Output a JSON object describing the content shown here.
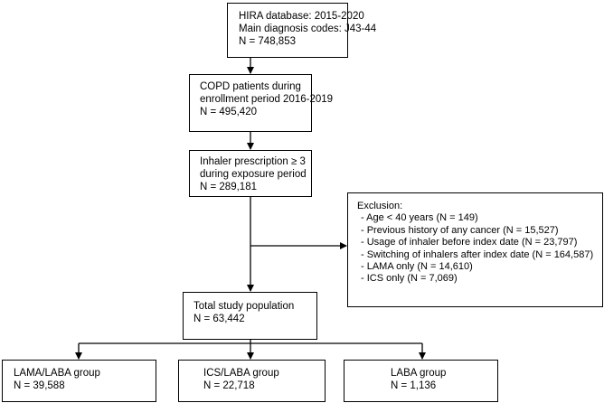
{
  "boxes": {
    "hira": {
      "line1": "HIRA database: 2015-2020",
      "line2": "Main diagnosis codes: J43-44",
      "line3": "N = 748,853"
    },
    "copd": {
      "line1": "COPD patients during",
      "line2": "enrollment period 2016-2019",
      "line3": "N = 495,420"
    },
    "inhaler": {
      "line1": "Inhaler prescription ≥ 3",
      "line2": "during exposure period",
      "line3": "N = 289,181"
    },
    "exclusion": {
      "title": "Exclusion:",
      "items": [
        "- Age < 40 years (N = 149)",
        "- Previous history of any cancer (N = 15,527)",
        "- Usage of  inhaler before index date (N = 23,797)",
        "- Switching of inhalers after index date (N = 164,587)",
        "- LAMA only (N = 14,610)",
        "- ICS only (N = 7,069)"
      ]
    },
    "total": {
      "line1": "Total study population",
      "line2": "N = 63,442"
    },
    "groups": [
      {
        "name": "LAMA/LABA group",
        "n": "N  = 39,588"
      },
      {
        "name": "ICS/LABA group",
        "n": "N = 22,718"
      },
      {
        "name": "LABA group",
        "n": "N = 1,136"
      }
    ]
  }
}
